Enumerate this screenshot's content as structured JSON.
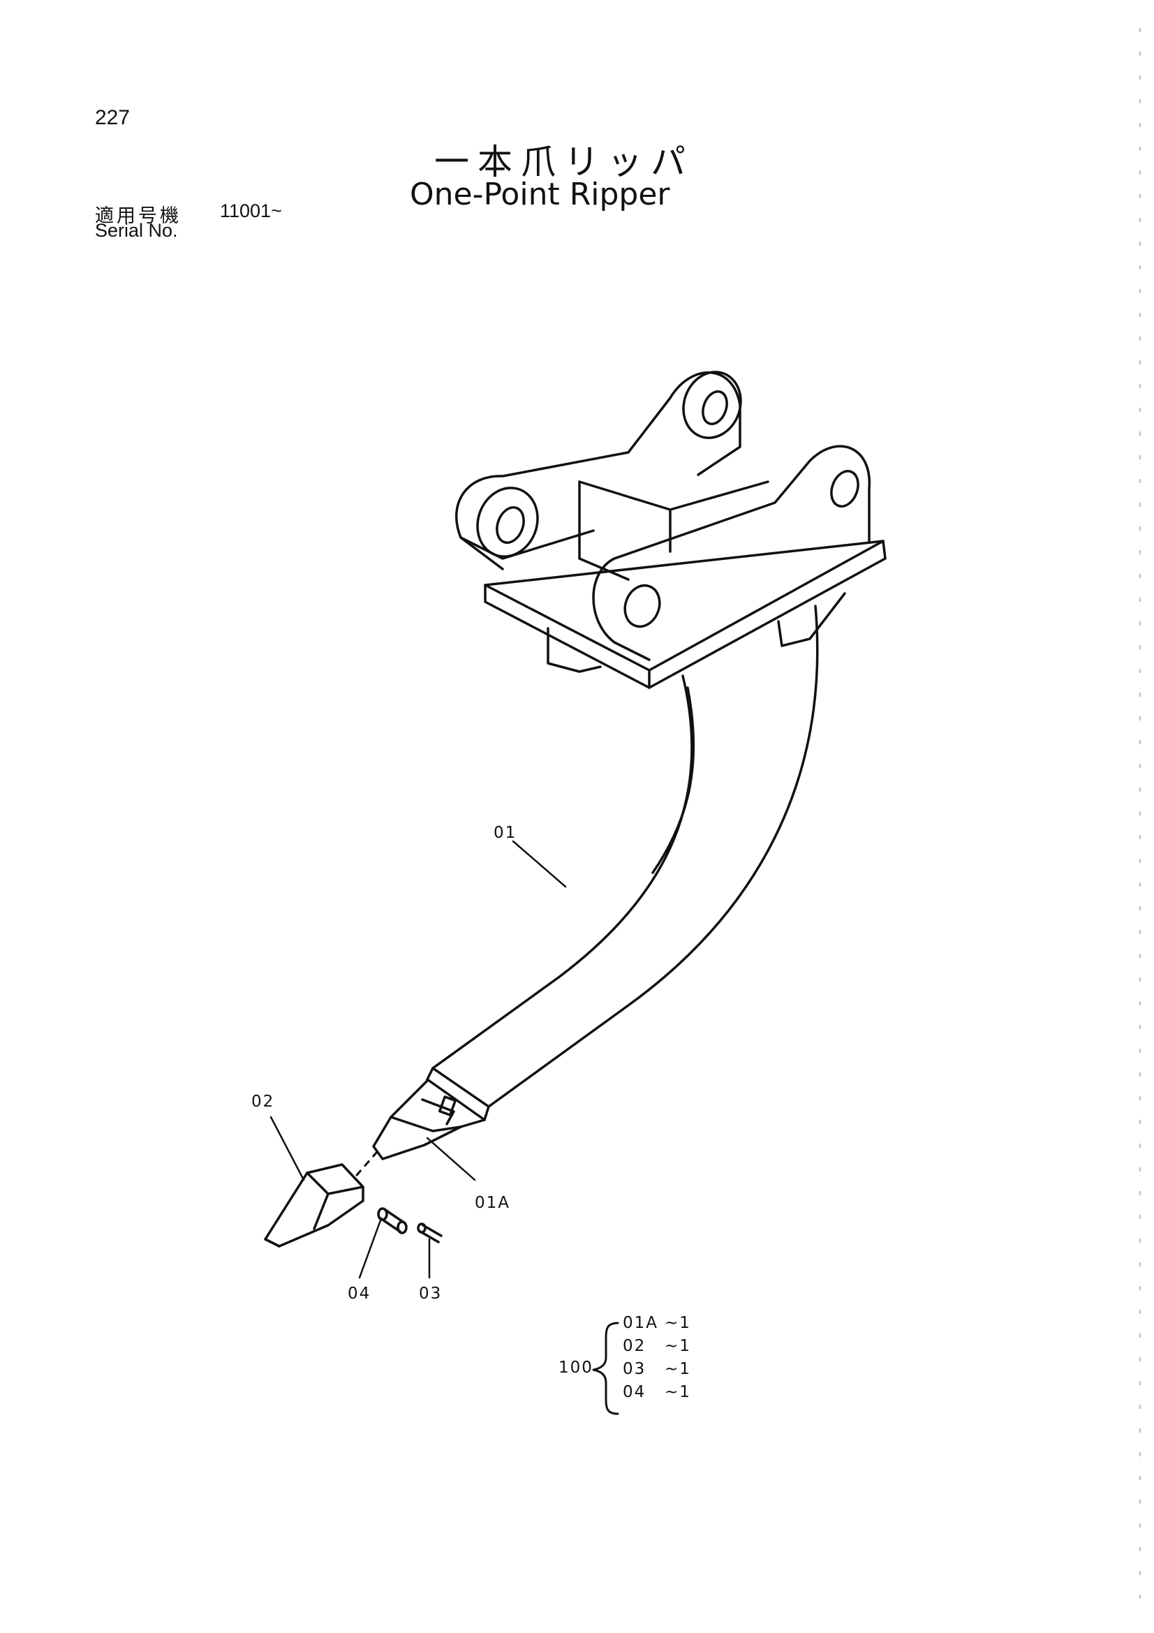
{
  "page": {
    "number": "227",
    "title_jp": "一本爪リッパ",
    "title_en": "One-Point Ripper"
  },
  "serial": {
    "label_jp": "適用号機",
    "range": "11001~",
    "label_en": "Serial No."
  },
  "callouts": {
    "c01": "01",
    "c01a": "01A",
    "c02": "02",
    "c03": "03",
    "c04": "04"
  },
  "kit": {
    "number": "100",
    "items": [
      {
        "part": "01A",
        "qty": "~1"
      },
      {
        "part": "02",
        "qty": "~1"
      },
      {
        "part": "03",
        "qty": "~1"
      },
      {
        "part": "04",
        "qty": "~1"
      }
    ]
  }
}
